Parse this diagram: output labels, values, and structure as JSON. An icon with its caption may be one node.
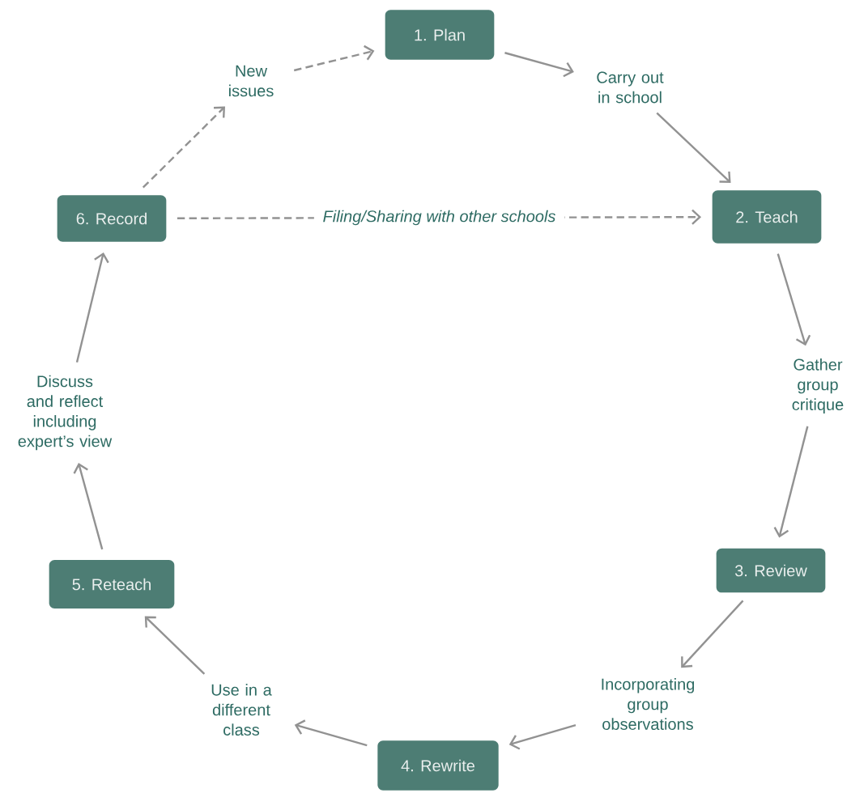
{
  "diagram": {
    "nodes": [
      {
        "text": [
          "1. Plan"
        ]
      },
      {
        "text": [
          "Carry out in school"
        ]
      },
      {
        "text": [
          "2. Teach"
        ]
      },
      {
        "text": [
          "Gather group critique"
        ]
      },
      {
        "text": [
          "3. Review"
        ]
      },
      {
        "text": [
          "Incorporating group observations"
        ]
      },
      {
        "text": [
          "4. Rewrite"
        ]
      },
      {
        "text": [
          "Use in a different class"
        ]
      },
      {
        "text": [
          "5. Reteach"
        ]
      },
      {
        "text": [
          "Discuss and reflect including expert’s view"
        ]
      },
      {
        "text": [
          "6. Record"
        ]
      },
      {
        "text": [
          "New issues"
        ]
      }
    ],
    "edges": [
      {
        "from": 0,
        "to": 1,
        "arrow": "to"
      },
      {
        "from": 1,
        "to": 2,
        "arrow": "to"
      },
      {
        "from": 2,
        "to": 3,
        "arrow": "to"
      },
      {
        "from": 3,
        "to": 4,
        "arrow": "to"
      },
      {
        "from": 4,
        "to": 5,
        "arrow": "to"
      },
      {
        "from": 5,
        "to": 6,
        "arrow": "to"
      },
      {
        "from": 6,
        "to": 7,
        "arrow": "to"
      },
      {
        "from": 7,
        "to": 8,
        "arrow": "to"
      },
      {
        "from": 8,
        "to": 9,
        "arrow": "to"
      },
      {
        "from": 9,
        "to": 10,
        "arrow": "to"
      },
      {
        "from": 10,
        "to": 11,
        "arrow": "to",
        "style": "dashed"
      },
      {
        "from": 11,
        "to": 0,
        "arrow": "to",
        "style": "dashed"
      },
      {
        "from": 10,
        "to": 2,
        "arrow": "to",
        "style": "dashed",
        "label": "Filing/Sharing with other schools"
      }
    ]
  }
}
